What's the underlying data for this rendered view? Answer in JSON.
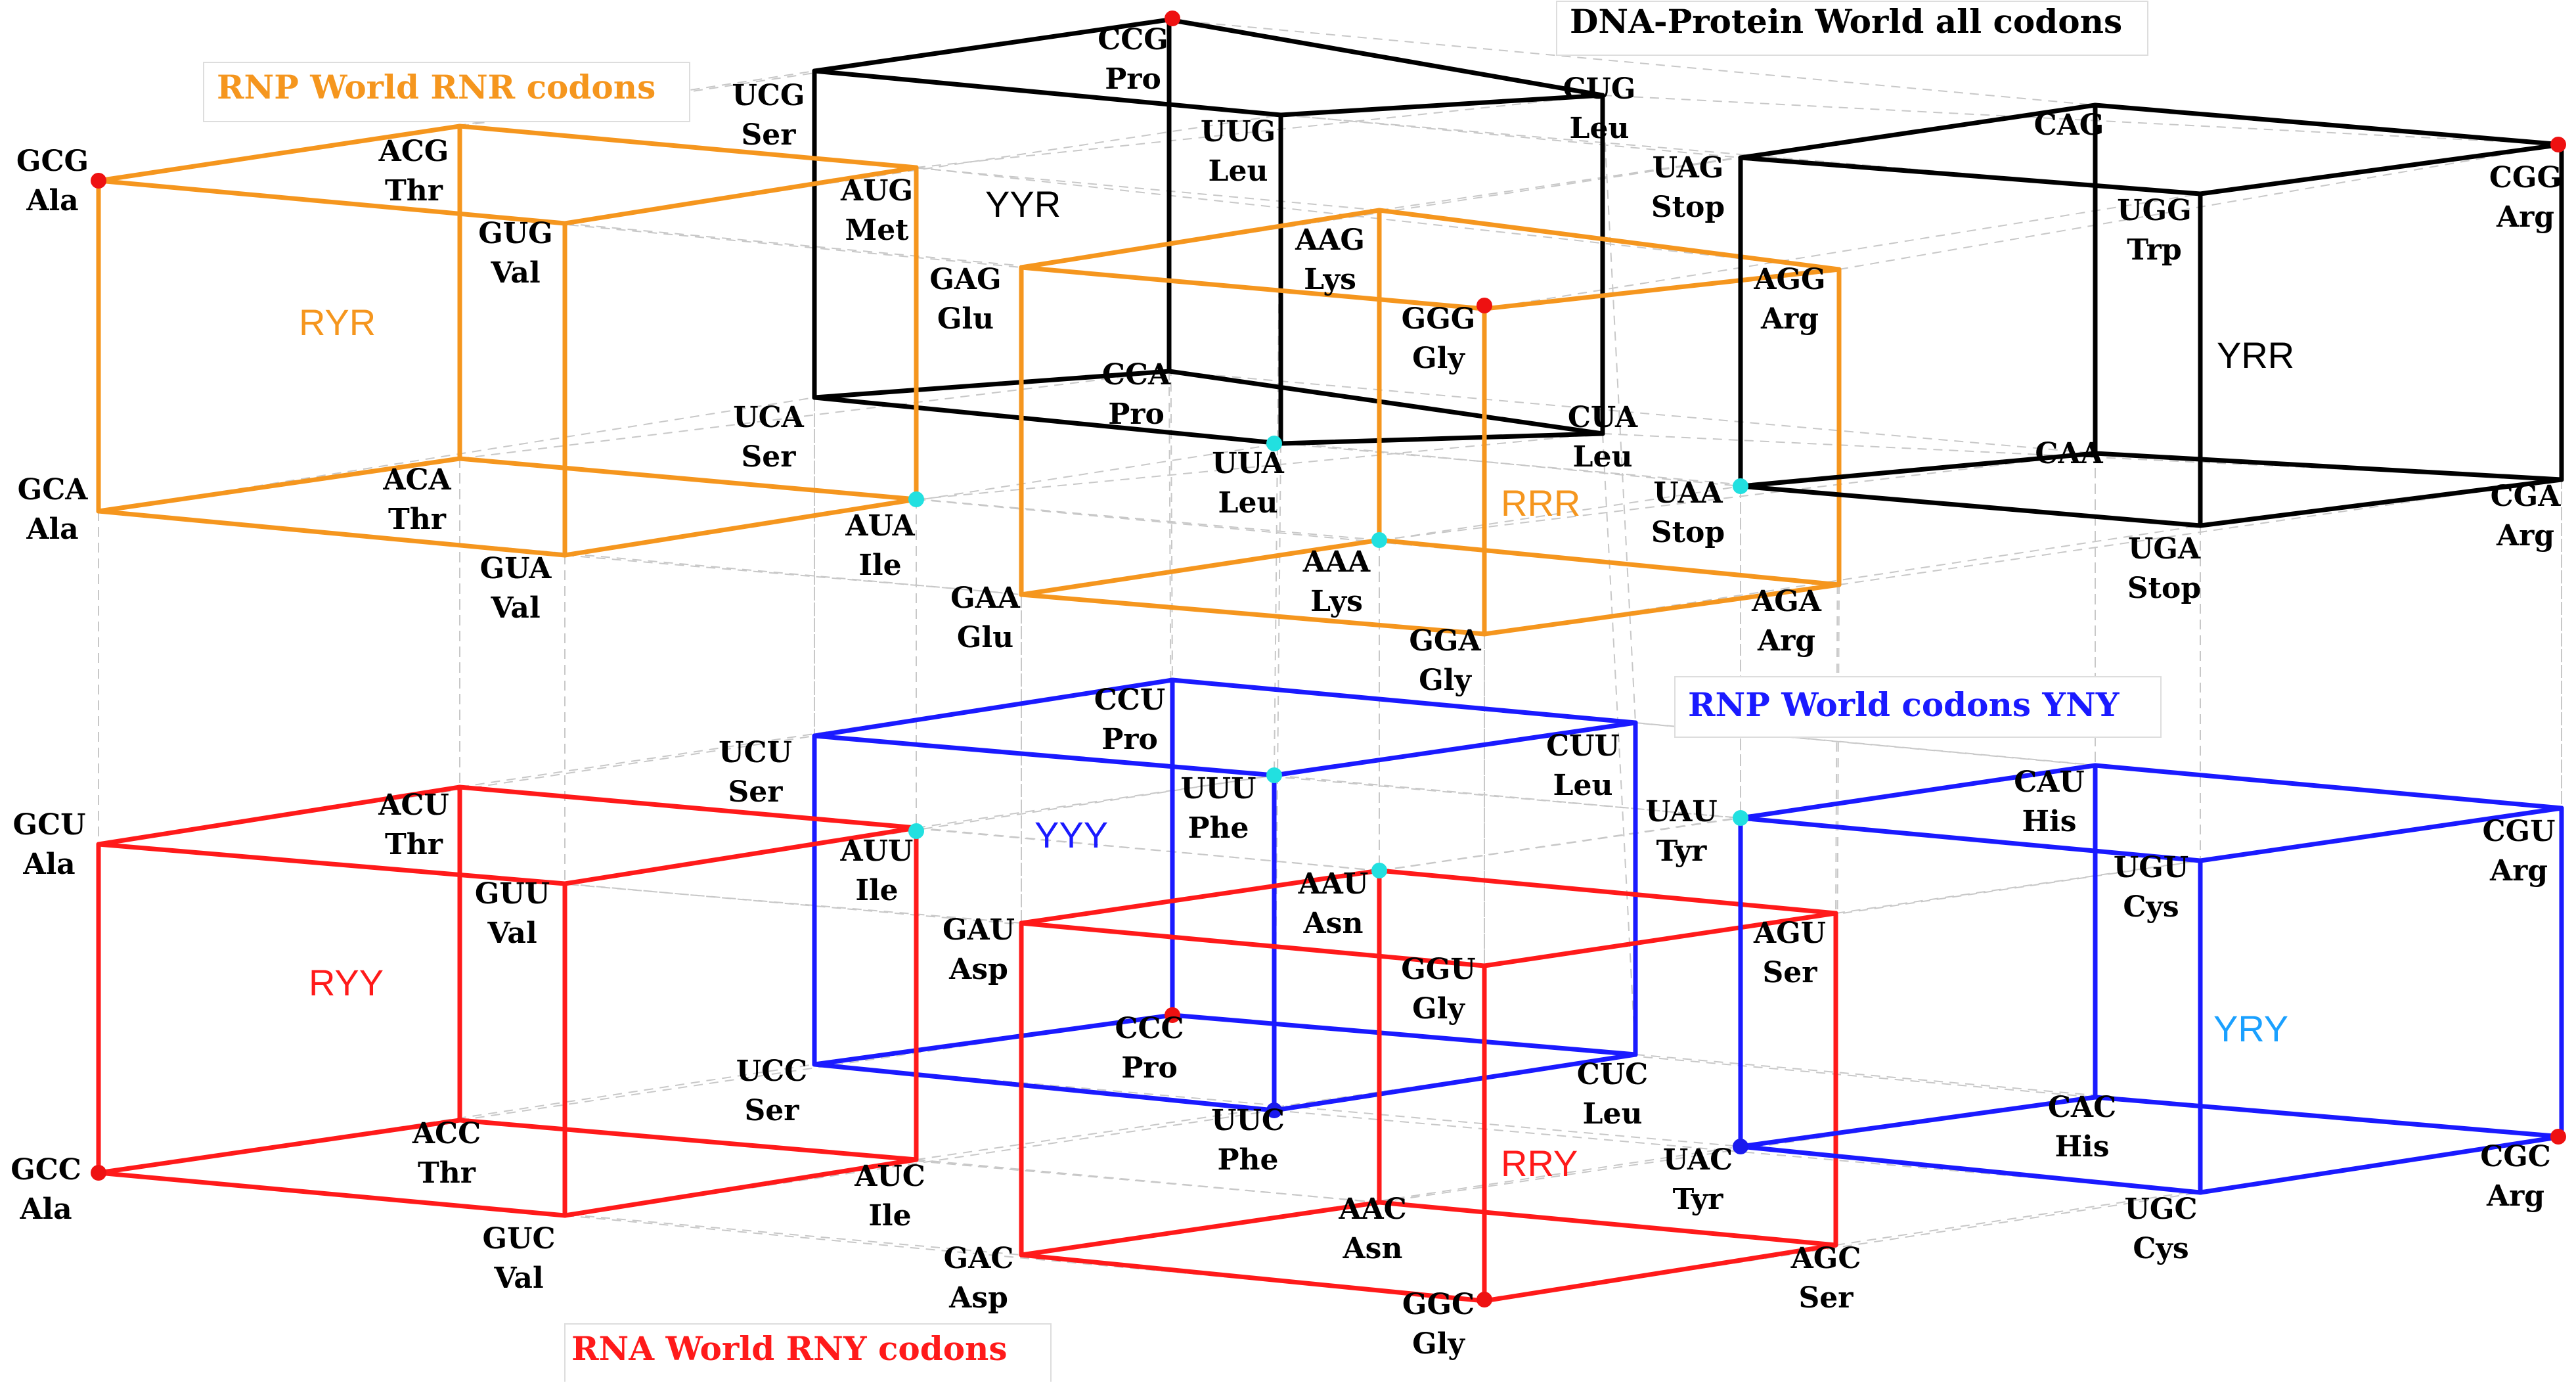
{
  "colors": {
    "black": "#000000",
    "orange": "#f5961e",
    "blue": "#1a1aff",
    "red": "#ff1a1a",
    "cyan_label": "#1aa0ff",
    "dot_red": "#ee1111",
    "dot_cyan": "#22e0e0",
    "dot_blue": "#1a1aee",
    "grid": "#c8c8c8"
  },
  "titles": {
    "dna": "DNA-Protein World all codons",
    "rnr": "RNP World RNR codons",
    "yny": "RNP World codons YNY",
    "rny": "RNA World RNY codons"
  },
  "cube_labels": [
    "YYR",
    "RYR",
    "RRR",
    "YRR",
    "YYY",
    "RYY",
    "RRY",
    "YRY"
  ],
  "codons": [
    {
      "c": "CCG",
      "a": "Pro"
    },
    {
      "c": "CUG",
      "a": "Leu"
    },
    {
      "c": "UCG",
      "a": "Ser"
    },
    {
      "c": "UUG",
      "a": "Leu"
    },
    {
      "c": "CCA",
      "a": "Pro"
    },
    {
      "c": "CUA",
      "a": "Leu"
    },
    {
      "c": "UCA",
      "a": "Ser"
    },
    {
      "c": "UUA",
      "a": "Leu"
    },
    {
      "c": "GCG",
      "a": "Ala"
    },
    {
      "c": "ACG",
      "a": "Thr"
    },
    {
      "c": "GUG",
      "a": "Val"
    },
    {
      "c": "AUG",
      "a": "Met"
    },
    {
      "c": "GCA",
      "a": "Ala"
    },
    {
      "c": "ACA",
      "a": "Thr"
    },
    {
      "c": "GUA",
      "a": "Val"
    },
    {
      "c": "AUA",
      "a": "Ile"
    },
    {
      "c": "AAG",
      "a": "Lys"
    },
    {
      "c": "GAG",
      "a": "Glu"
    },
    {
      "c": "GGG",
      "a": "Gly"
    },
    {
      "c": "AGG",
      "a": "Arg"
    },
    {
      "c": "AAA",
      "a": "Lys"
    },
    {
      "c": "GAA",
      "a": "Glu"
    },
    {
      "c": "GGA",
      "a": "Gly"
    },
    {
      "c": "AGA",
      "a": "Arg"
    },
    {
      "c": "CAG",
      "a": ""
    },
    {
      "c": "UAG",
      "a": "Stop"
    },
    {
      "c": "CGG",
      "a": "Arg"
    },
    {
      "c": "UGG",
      "a": "Trp"
    },
    {
      "c": "CAA",
      "a": ""
    },
    {
      "c": "UAA",
      "a": "Stop"
    },
    {
      "c": "CGA",
      "a": "Arg"
    },
    {
      "c": "UGA",
      "a": "Stop"
    },
    {
      "c": "CCU",
      "a": "Pro"
    },
    {
      "c": "CUU",
      "a": "Leu"
    },
    {
      "c": "UCU",
      "a": "Ser"
    },
    {
      "c": "UUU",
      "a": "Phe"
    },
    {
      "c": "CCC",
      "a": "Pro"
    },
    {
      "c": "CUC",
      "a": "Leu"
    },
    {
      "c": "UCC",
      "a": "Ser"
    },
    {
      "c": "UUC",
      "a": "Phe"
    },
    {
      "c": "GCU",
      "a": "Ala"
    },
    {
      "c": "ACU",
      "a": "Thr"
    },
    {
      "c": "GUU",
      "a": "Val"
    },
    {
      "c": "AUU",
      "a": "Ile"
    },
    {
      "c": "GCC",
      "a": "Ala"
    },
    {
      "c": "ACC",
      "a": "Thr"
    },
    {
      "c": "GUC",
      "a": "Val"
    },
    {
      "c": "AUC",
      "a": "Ile"
    },
    {
      "c": "AAU",
      "a": "Asn"
    },
    {
      "c": "GAU",
      "a": "Asp"
    },
    {
      "c": "GGU",
      "a": "Gly"
    },
    {
      "c": "AGU",
      "a": "Ser"
    },
    {
      "c": "AAC",
      "a": "Asn"
    },
    {
      "c": "GAC",
      "a": "Asp"
    },
    {
      "c": "GGC",
      "a": "Gly"
    },
    {
      "c": "AGC",
      "a": "Ser"
    },
    {
      "c": "CAU",
      "a": "His"
    },
    {
      "c": "UAU",
      "a": "Tyr"
    },
    {
      "c": "CGU",
      "a": "Arg"
    },
    {
      "c": "UGU",
      "a": "Cys"
    },
    {
      "c": "CAC",
      "a": "His"
    },
    {
      "c": "UAC",
      "a": "Tyr"
    },
    {
      "c": "CGC",
      "a": "Arg"
    },
    {
      "c": "UGC",
      "a": "Cys"
    }
  ]
}
